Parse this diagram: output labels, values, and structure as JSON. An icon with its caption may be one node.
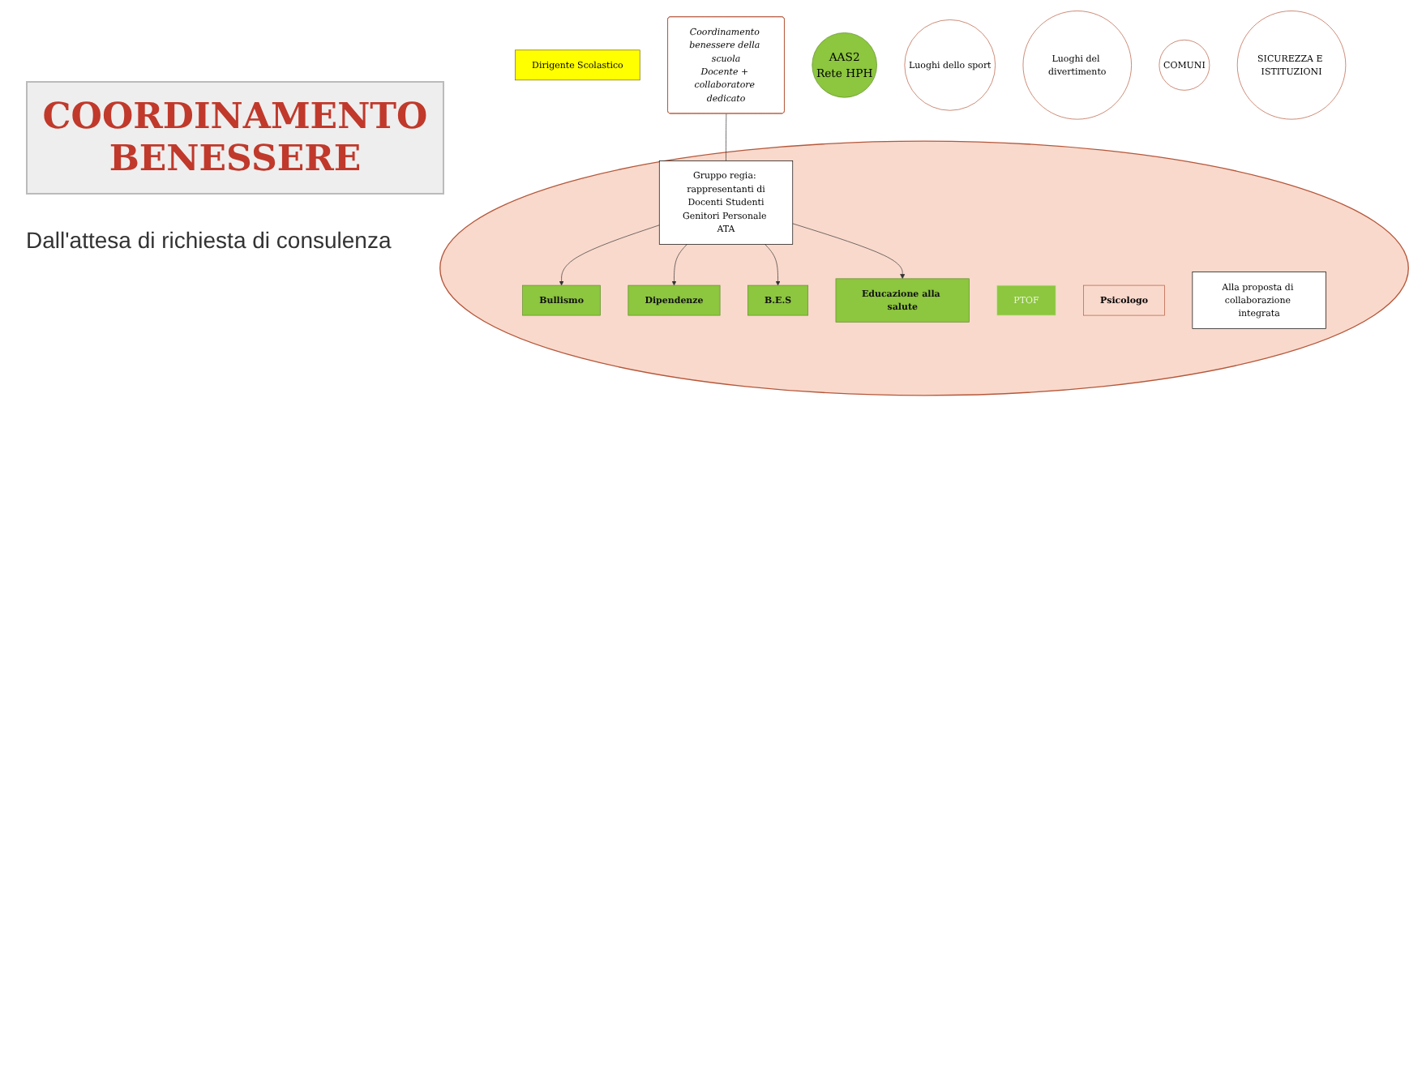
{
  "diagram": {
    "title": "COORDINAMENTO BENESSERE",
    "nodes": [
      {
        "text": [
          "Dirigente Scolastico"
        ]
      },
      {
        "text": [],
        "shape": "circle"
      },
      {
        "text": [
          "Coordinamento benessere della scuola",
          "Docente + collaboratore dedicato"
        ]
      },
      {
        "text": [
          "Gruppo regia: rappresentanti di",
          "Docenti Studenti",
          "Genitori Personale ATA"
        ],
        "in": 1
      },
      {
        "text": [
          "Bullismo"
        ],
        "in": 1
      },
      {
        "text": [
          "Dipendenze"
        ],
        "in": 1
      },
      {
        "text": [
          "B.E.S"
        ],
        "in": 1
      },
      {
        "text": [
          "Educazione alla salute"
        ],
        "in": 1
      },
      {
        "text": [
          "AAS2",
          "Rete HPH"
        ]
      },
      {
        "text": [
          "PTOF"
        ],
        "in": 1
      },
      {
        "text": [
          "Psicologo"
        ],
        "in": 1
      },
      {
        "text": [
          "Alla proposta di collaborazione integrata"
        ],
        "in": 1
      },
      {
        "text": [
          "Luoghi dello sport"
        ]
      },
      {
        "text": [
          "Luoghi del divertimento"
        ]
      },
      {
        "text": [
          "COMUNI"
        ]
      },
      {
        "text": [
          "SICUREZZA E ISTITUZIONI"
        ]
      }
    ],
    "edges": [
      {
        "from": 2,
        "to": 3,
        "arrow": "none"
      },
      {
        "from": 3,
        "to": 4,
        "arrow": "to"
      },
      {
        "from": 3,
        "to": 5,
        "arrow": "to"
      },
      {
        "from": 3,
        "to": 6,
        "arrow": "to"
      },
      {
        "from": 3,
        "to": 7,
        "arrow": "to"
      }
    ],
    "labels": [
      "Dall'attesa di richiesta di consulenza"
    ]
  }
}
